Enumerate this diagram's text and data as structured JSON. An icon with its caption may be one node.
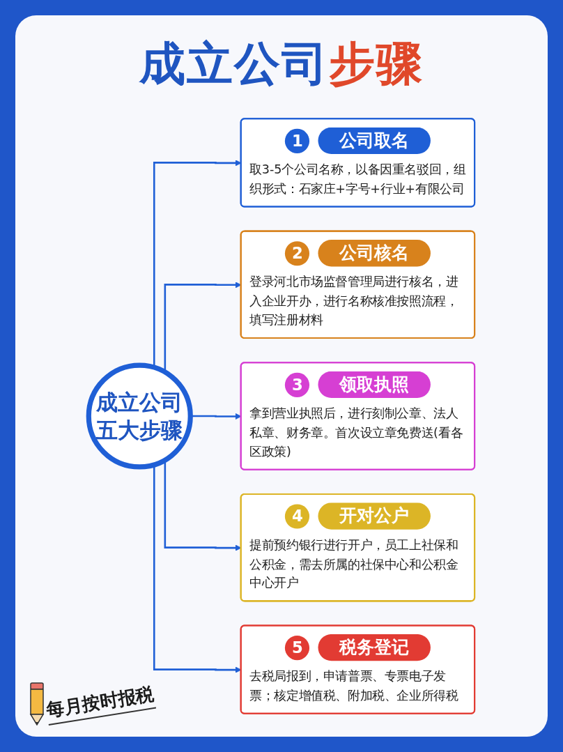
{
  "diagram": {
    "title": "成立公司步骤",
    "nodes": [
      {
        "text": [
          "成立公司五大步骤"
        ]
      },
      {
        "text": [
          "1",
          "公司取名",
          "取3-5个公司名称，以备因重名驳回，组织形式：石家庄+字号+行业+有限公司"
        ]
      },
      {
        "text": [
          "2",
          "公司核名",
          "登录河北市场监督管理局进行核名，进入企业开办，进行名称核准按照流程，填写注册材料"
        ]
      },
      {
        "text": [
          "3",
          "领取执照",
          "拿到营业执照后，进行刻制公章、法人私章、财务章。首次设立章免费送(看各区政策)"
        ]
      },
      {
        "text": [
          "4",
          "开对公户",
          "提前预约银行进行开户，员工上社保和公积金，需去所属的社保中心和公积金中心开户"
        ]
      },
      {
        "text": [
          "5",
          "税务登记",
          "去税局报到，申请普票、专票电子发票；核定增值税、附加税、企业所得税"
        ]
      }
    ],
    "edges": [
      {
        "from": 0,
        "to": 1,
        "arrow": "to"
      },
      {
        "from": 0,
        "to": 2,
        "arrow": "to"
      },
      {
        "from": 0,
        "to": 3,
        "arrow": "to"
      },
      {
        "from": 0,
        "to": 4,
        "arrow": "to"
      },
      {
        "from": 0,
        "to": 5,
        "arrow": "to"
      }
    ],
    "labels": [
      "每月按时报税"
    ]
  }
}
